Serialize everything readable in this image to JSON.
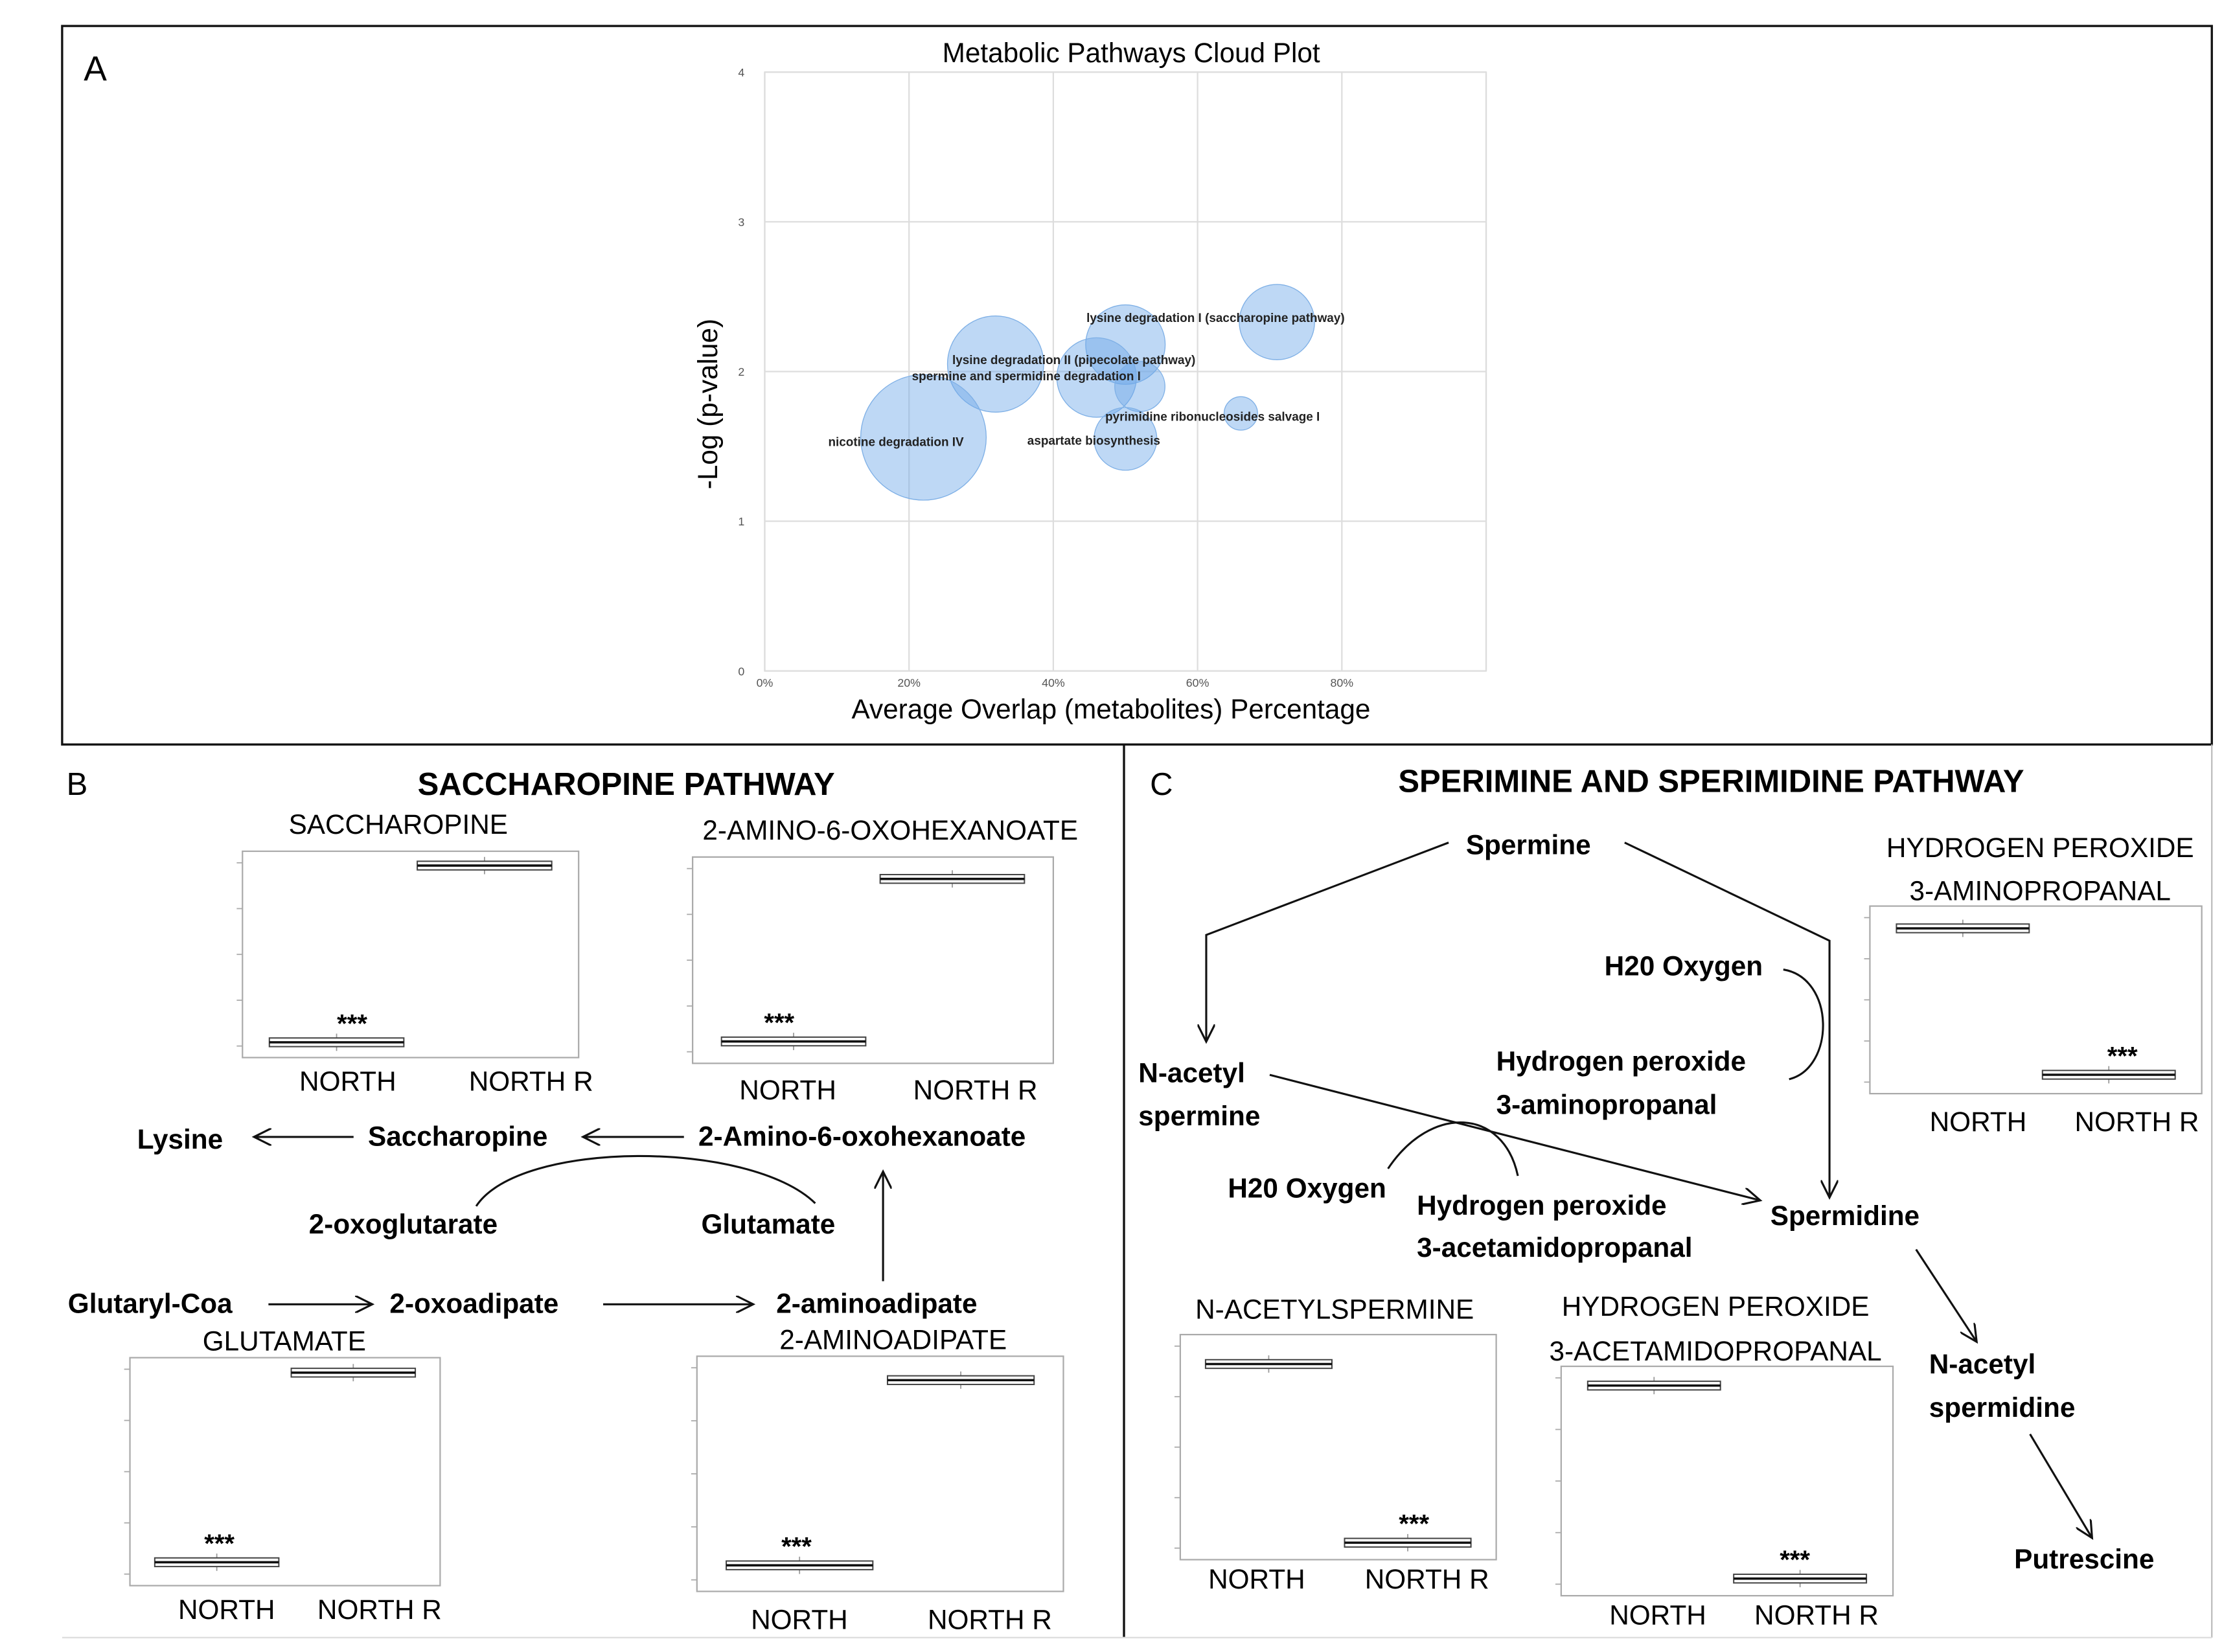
{
  "panel_a": {
    "letter": "A",
    "title": "Metabolic Pathways Cloud Plot",
    "xlabel": "Average Overlap (metabolites) Percentage",
    "ylabel": "-Log (p-value)",
    "xticks": [
      "0%",
      "20%",
      "40%",
      "60%",
      "80%"
    ],
    "yticks": [
      "0",
      "1",
      "2",
      "3",
      "4"
    ]
  },
  "panel_b": {
    "letter": "B",
    "title": "SACCHAROPINE PATHWAY",
    "nodes": {
      "lysine": "Lysine",
      "saccharopine": "Saccharopine",
      "amino_oxo": "2-Amino-6-oxohexanoate",
      "oxoglutarate": "2-oxoglutarate",
      "glutamate": "Glutamate",
      "glutaryl": "Glutaryl-Coa",
      "oxoadipate": "2-oxoadipate",
      "aminoadipate": "2-aminoadipate"
    }
  },
  "panel_c": {
    "letter": "C",
    "title": "SPERIMINE AND SPERIMIDINE PATHWAY",
    "nodes": {
      "spermine": "Spermine",
      "h2o_1": "H20 Oxygen",
      "hp_amino_1": "Hydrogen peroxide",
      "hp_amino_2": "3-aminopropanal",
      "nacetyl_spermine_1": "N-acetyl",
      "nacetyl_spermine_2": "spermine",
      "h2o_2": "H20 Oxygen",
      "hp_acet_1": "Hydrogen peroxide",
      "hp_acet_2": "3-acetamidopropanal",
      "spermidine": "Spermidine",
      "nacetyl_spermidine_1": "N-acetyl",
      "nacetyl_spermidine_2": "spermidine",
      "putrescine": "Putrescine"
    }
  },
  "chart_data": [
    {
      "type": "scatter",
      "title": "Metabolic Pathways Cloud Plot",
      "xlabel": "Average Overlap (metabolites) Percentage",
      "ylabel": "-Log (p-value)",
      "xlim": [
        0,
        100
      ],
      "ylim": [
        0,
        4
      ],
      "grid": true,
      "points": [
        {
          "label": "lysine degradation I (saccharopine pathway)",
          "x": 71,
          "y": 2.33,
          "size": 0.9
        },
        {
          "label": "lysine degradation II (pipecolate pathway)",
          "x": 32,
          "y": 2.05,
          "size": 1.15
        },
        {
          "label": "",
          "x": 50,
          "y": 2.18,
          "size": 0.95
        },
        {
          "label": "spermine and spermidine degradation I",
          "x": 46,
          "y": 1.96,
          "size": 0.95
        },
        {
          "label": "",
          "x": 52,
          "y": 1.9,
          "size": 0.6
        },
        {
          "label": "pyrimidine ribonucleosides salvage I",
          "x": 66,
          "y": 1.72,
          "size": 0.4
        },
        {
          "label": "nicotine degradation IV",
          "x": 22,
          "y": 1.56,
          "size": 1.5
        },
        {
          "label": "aspartate biosynthesis",
          "x": 50,
          "y": 1.55,
          "size": 0.75
        }
      ]
    },
    {
      "type": "box",
      "title": "SACCHAROPINE",
      "categories": [
        "NORTH",
        "NORTH R"
      ],
      "values": [
        0.035,
        0.97
      ],
      "significance": "***"
    },
    {
      "type": "box",
      "title": "2-AMINO-6-OXOHEXANOATE",
      "categories": [
        "NORTH",
        "NORTH R"
      ],
      "values": [
        0.07,
        0.93
      ],
      "significance": "***"
    },
    {
      "type": "box",
      "title": "GLUTAMATE",
      "categories": [
        "NORTH",
        "NORTH R"
      ],
      "values": [
        0.07,
        0.97
      ],
      "significance": "***"
    },
    {
      "type": "box",
      "title": "2-AMINOADIPATE",
      "categories": [
        "NORTH",
        "NORTH R"
      ],
      "values": [
        0.08,
        0.93
      ],
      "significance": "***"
    },
    {
      "type": "box",
      "title": "HYDROGEN PEROXIDE 3-AMINOPROPANAL",
      "title_lines": [
        "HYDROGEN PEROXIDE",
        "3-AMINOPROPANAL"
      ],
      "categories": [
        "NORTH",
        "NORTH R"
      ],
      "values": [
        0.92,
        0.06
      ],
      "significance": "***"
    },
    {
      "type": "box",
      "title": "N-ACETYLSPERMINE",
      "categories": [
        "NORTH",
        "NORTH R"
      ],
      "values": [
        0.9,
        0.04
      ],
      "significance": "***"
    },
    {
      "type": "box",
      "title": "HYDROGEN PEROXIDE 3-ACETAMIDOPROPANAL",
      "title_lines": [
        "HYDROGEN PEROXIDE",
        "3-ACETAMIDOPROPANAL"
      ],
      "categories": [
        "NORTH",
        "NORTH R"
      ],
      "values": [
        0.95,
        0.04
      ],
      "significance": "***"
    }
  ]
}
